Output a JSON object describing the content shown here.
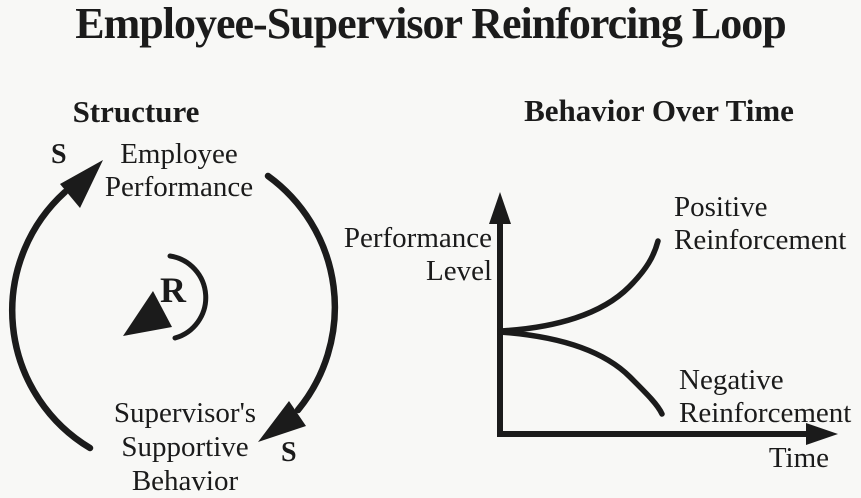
{
  "title": "Employee-Supervisor Reinforcing Loop",
  "structure": {
    "heading": "Structure",
    "loop_type_label": "R",
    "top_node": {
      "line1": "Employee",
      "line2": "Performance"
    },
    "bottom_node": {
      "line1": "Supervisor's",
      "line2": "Supportive",
      "line3": "Behavior"
    },
    "link_to_performance_polarity": "S",
    "link_to_behavior_polarity": "S"
  },
  "behavior_over_time": {
    "heading": "Behavior Over Time",
    "y_axis_label": {
      "line1": "Performance",
      "line2": "Level"
    },
    "x_axis_label": "Time",
    "upper_curve_label": {
      "line1": "Positive",
      "line2": "Reinforcement"
    },
    "lower_curve_label": {
      "line1": "Negative",
      "line2": "Reinforcement"
    }
  },
  "colors": {
    "ink": "#1b1b1b",
    "background": "#f8f8f6"
  }
}
